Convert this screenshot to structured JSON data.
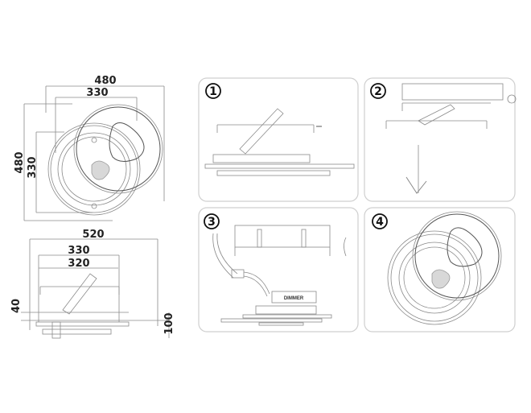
{
  "dimensions": {
    "top_width_outer": "480",
    "top_width_inner": "330",
    "top_height_outer": "480",
    "top_height_inner": "330",
    "side_width_total": "520",
    "side_width_mid": "330",
    "side_width_inner": "320",
    "side_height_small": "40",
    "side_height_total": "100"
  },
  "steps": [
    {
      "number": "1"
    },
    {
      "number": "2"
    },
    {
      "number": "3",
      "label": "DIMMER"
    },
    {
      "number": "4"
    }
  ]
}
